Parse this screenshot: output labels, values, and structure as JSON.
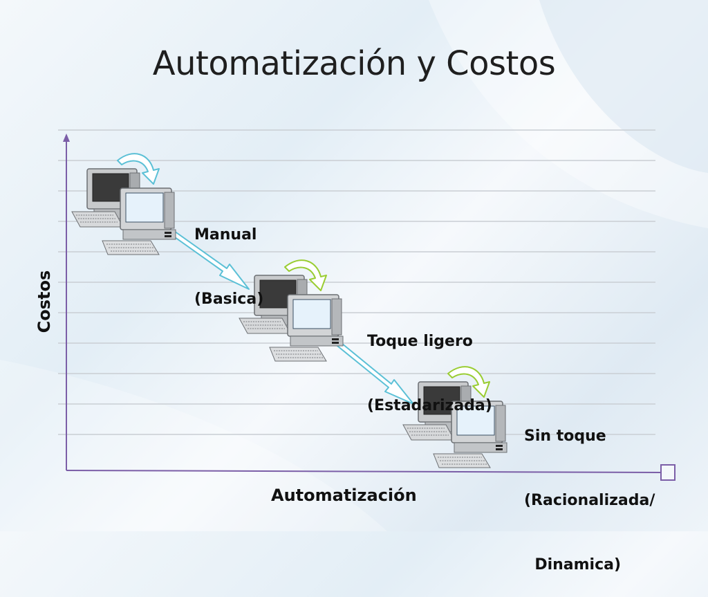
{
  "slide": {
    "title": "Automatización y Costos",
    "x_axis_label": "Automatización",
    "y_axis_label": "Costos"
  },
  "stages": [
    {
      "line1": "Manual",
      "line2": "(Basica)"
    },
    {
      "line1": "Toque ligero",
      "line2": "(Estadarizada)"
    },
    {
      "line1": "Sin toque",
      "line2": "(Racionalizada/",
      "line3": "  Dinamica)"
    }
  ],
  "colors": {
    "axis": "#7b5ea7",
    "grid_line": "#c9ced3",
    "flow_arrow": "#5bc0d6",
    "stage1_curve_arrow": "#5bc0d6",
    "stage_curve_arrow": "#9acd32",
    "monitor_body": "#c8cacc",
    "screen_dark": "#3a3a3a",
    "screen_light": "#e6f2fb"
  }
}
